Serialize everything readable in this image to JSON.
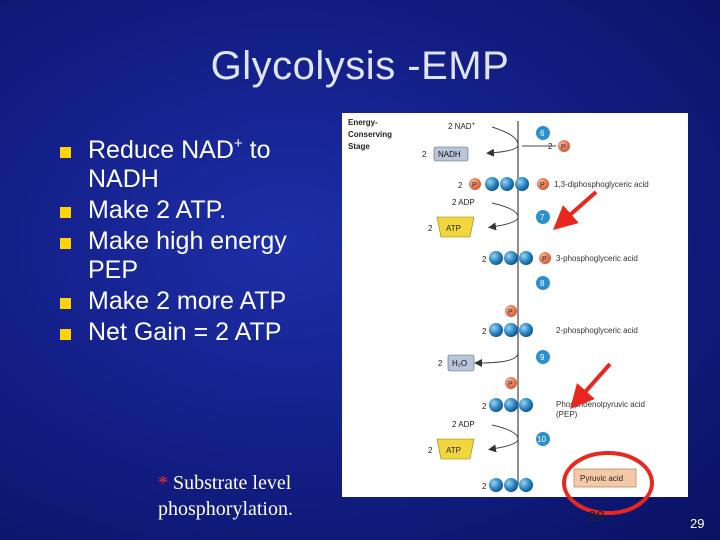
{
  "slide": {
    "title": "Glycolysis -EMP",
    "bullets": [
      {
        "text": "Reduce NAD",
        "sup": "+",
        "text2": " to NADH"
      },
      {
        "text": "Make 2 ATP."
      },
      {
        "text": "Make high energy PEP"
      },
      {
        "text": "Make 2 more ATP"
      },
      {
        "text": "Net Gain = 2 ATP"
      }
    ],
    "note_star": "*",
    "note_text": " Substrate level phosphorylation.",
    "side_star_1": "*",
    "side_star_2": "*",
    "page_number": "29",
    "page_number_inner": "29",
    "colors": {
      "bullet": "#ffd400",
      "star": "#ff2a2a",
      "arrow": "#e8281e",
      "highlight_circle": "#e8281e"
    }
  },
  "diagram": {
    "stage_label": [
      "Energy-",
      "Conserving",
      "Stage"
    ],
    "labels": {
      "nad_top": "2 NAD",
      "nad_sup": "+",
      "nadh_coef": "2",
      "nadh": "NADH",
      "p_coef_top": "2",
      "p": "P",
      "adp_1": "2 ADP",
      "atp_1_coef": "2",
      "atp": "ATP",
      "h2o_coef": "2",
      "h2o": "H₂O",
      "adp_2": "2 ADP",
      "atp_2_coef": "2",
      "row_coef": "2"
    },
    "steps": [
      "6",
      "7",
      "8",
      "9",
      "10"
    ],
    "compounds": [
      "1,3-diphosphoglyceric acid",
      "3-phosphoglyceric acid",
      "2-phosphoglyceric acid",
      "Phosphoenolpyruvic acid",
      "(PEP)",
      "Pyruvic acid"
    ]
  }
}
